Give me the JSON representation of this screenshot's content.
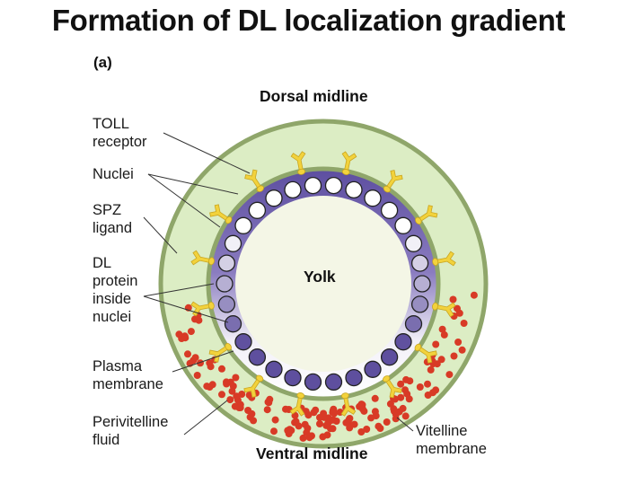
{
  "title": "Formation of DL localization gradient",
  "panel_label": "(a)",
  "labels": {
    "dorsal": "Dorsal midline",
    "ventral": "Ventral midline",
    "yolk": "Yolk",
    "toll": "TOLL\nreceptor",
    "nuclei": "Nuclei",
    "spz": "SPZ\nligand",
    "dl": "DL\nprotein\ninside\nnuclei",
    "plasma": "Plasma\nmembrane",
    "perivitelline": "Perivitelline\nfluid",
    "vitelline": "Vitelline\nmembrane"
  },
  "colors": {
    "perivitelline_fill": "#dcedc4",
    "vitelline_stroke": "#8fa66a",
    "cytoplasm_dorsal": "#6a5aa8",
    "cytoplasm_ventral": "#f4f2f8",
    "nucleus_empty": "#ffffff",
    "nucleus_full": "#5e4f9e",
    "receptor": "#f2d23c",
    "spz": "#d83a26",
    "yolk": "#f4f6e6"
  },
  "gradient": {
    "description": "DL nuclear concentration increases from dorsal (empty) to ventral (filled); SPZ ligand concentrated ventrally",
    "nuclei_count": 30,
    "receptor_count": 16
  }
}
